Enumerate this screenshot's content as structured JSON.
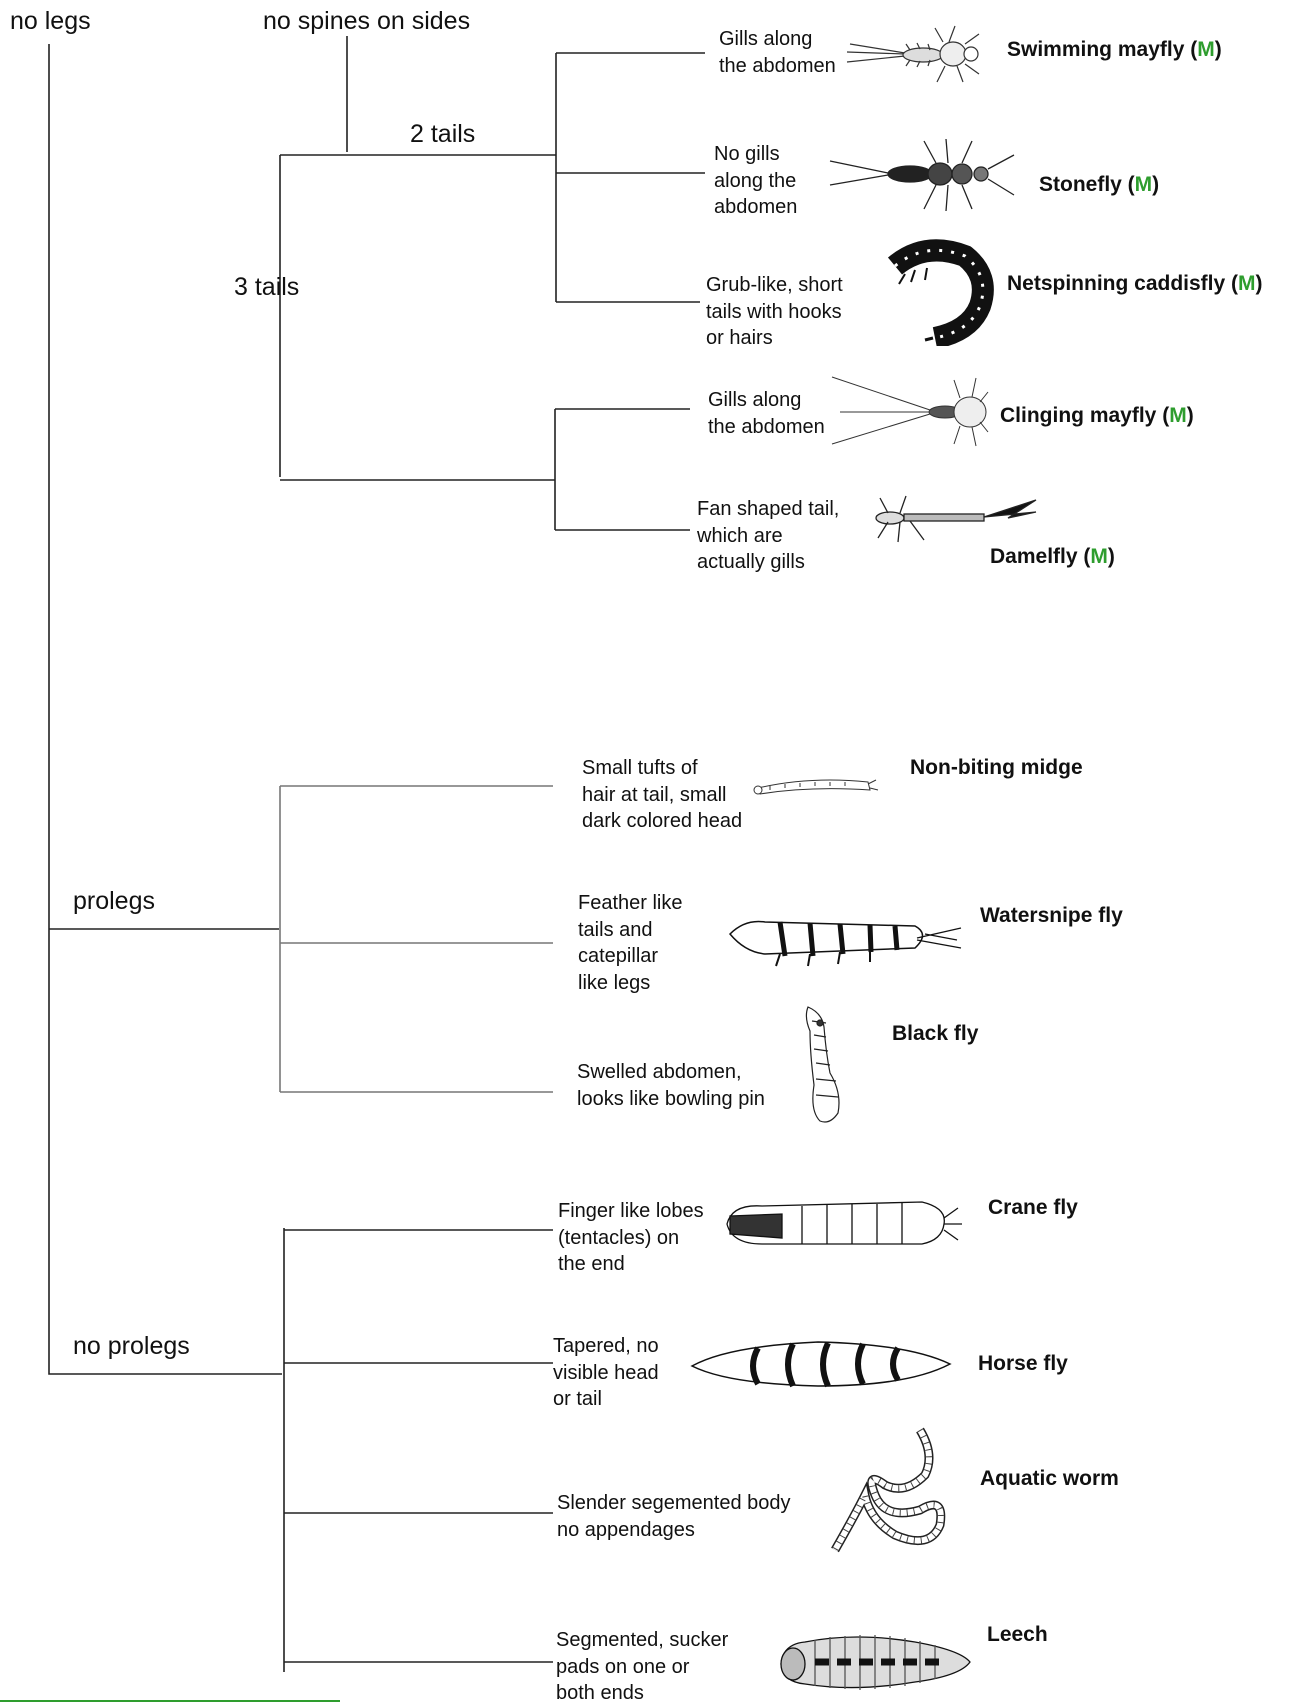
{
  "branches": {
    "no_legs": "no legs",
    "no_spines": "no spines on sides",
    "two_tails": "2 tails",
    "three_tails": "3 tails",
    "prolegs": "prolegs",
    "no_prolegs": "no prolegs"
  },
  "marker": {
    "letter": "M",
    "color": "#2e9d2e"
  },
  "organisms": [
    {
      "id": "swimming-mayfly",
      "desc": "Gills along\nthe abdomen",
      "name": "Swimming mayfly",
      "marked": true,
      "icon": "mayfly-icon"
    },
    {
      "id": "stonefly",
      "desc": "No gills\nalong the\nabdomen",
      "name": "Stonefly",
      "marked": true,
      "icon": "stonefly-icon"
    },
    {
      "id": "netspinning-caddisfly",
      "desc": "Grub-like, short\ntails with hooks\nor hairs",
      "name": "Netspinning caddisfly",
      "marked": true,
      "icon": "caddisfly-icon"
    },
    {
      "id": "clinging-mayfly",
      "desc": "Gills along\nthe abdomen",
      "name": "Clinging mayfly",
      "marked": true,
      "icon": "clinging-mayfly-icon"
    },
    {
      "id": "damelfly",
      "desc": "Fan shaped tail,\nwhich are\nactually gills",
      "name": "Damelfly",
      "marked": true,
      "icon": "damselfly-icon"
    },
    {
      "id": "non-biting-midge",
      "desc": "Small tufts of\nhair at tail, small\ndark colored head",
      "name": "Non-biting midge",
      "marked": false,
      "icon": "midge-icon"
    },
    {
      "id": "watersnipe-fly",
      "desc": "Feather like\ntails and\ncatepillar\nlike legs",
      "name": "Watersnipe fly",
      "marked": false,
      "icon": "watersnipe-icon"
    },
    {
      "id": "black-fly",
      "desc": "Swelled abdomen,\nlooks like bowling pin",
      "name": "Black  fly",
      "marked": false,
      "icon": "blackfly-icon"
    },
    {
      "id": "crane-fly",
      "desc": "Finger like lobes\n(tentacles) on\nthe end",
      "name": "Crane fly",
      "marked": false,
      "icon": "cranefly-icon"
    },
    {
      "id": "horse-fly",
      "desc": "Tapered, no\nvisible head\nor tail",
      "name": "Horse  fly",
      "marked": false,
      "icon": "horsefly-icon"
    },
    {
      "id": "aquatic-worm",
      "desc": "Slender segemented body\nno appendages",
      "name": "Aquatic worm",
      "marked": false,
      "icon": "worm-icon"
    },
    {
      "id": "leech",
      "desc": "Segmented, sucker\npads on one or\nboth ends",
      "name": "Leech",
      "marked": false,
      "icon": "leech-icon"
    }
  ]
}
